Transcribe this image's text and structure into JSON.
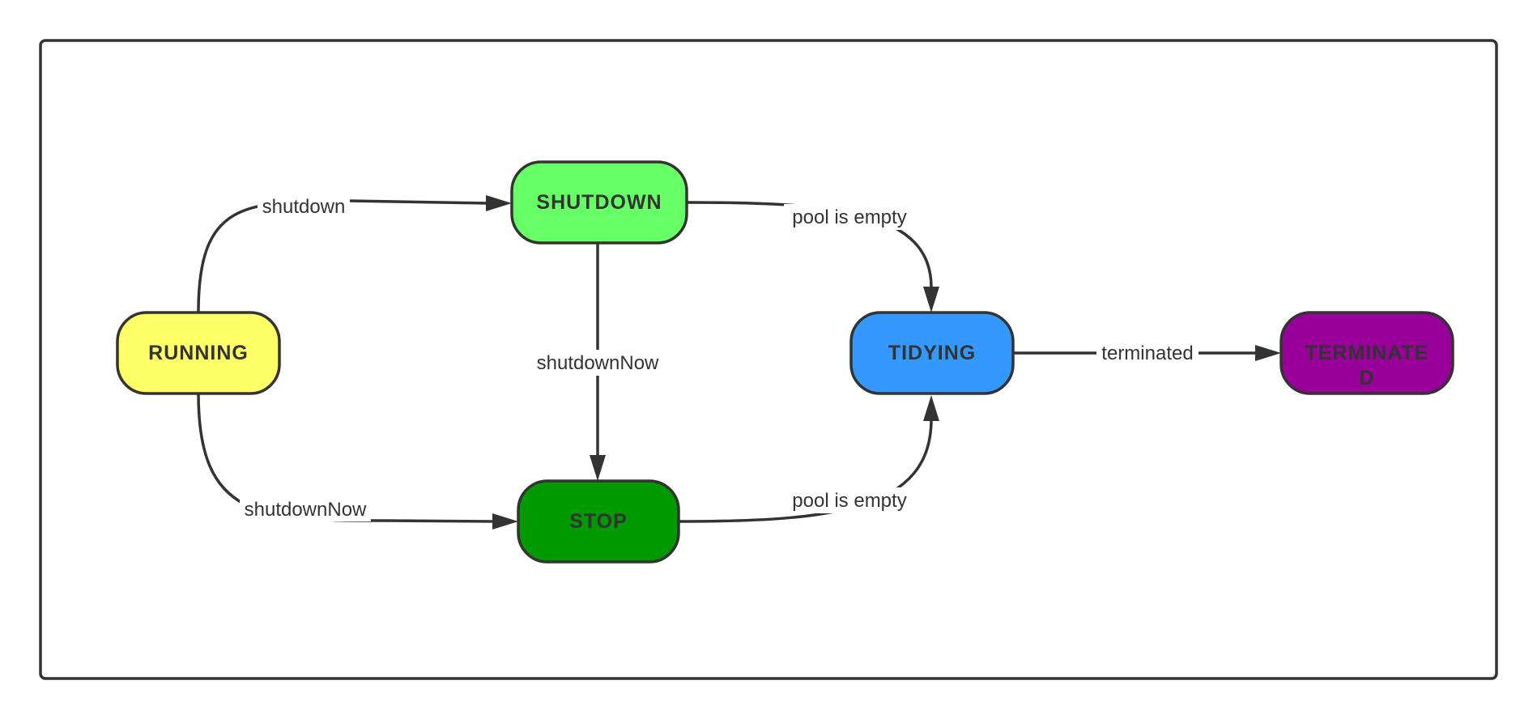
{
  "diagram": {
    "type": "state-diagram",
    "nodes": [
      {
        "id": "running",
        "label": "RUNNING",
        "color": "#FFFF66"
      },
      {
        "id": "shutdown",
        "label": "SHUTDOWN",
        "color": "#66FF66"
      },
      {
        "id": "stop",
        "label": "STOP",
        "color": "#009900"
      },
      {
        "id": "tidying",
        "label": "TIDYING",
        "color": "#3399FF"
      },
      {
        "id": "terminated",
        "label_line1": "TERMINATE",
        "label_line2": "D",
        "color": "#990099"
      }
    ],
    "edges": [
      {
        "id": "e1",
        "from": "running",
        "to": "shutdown",
        "label": "shutdown"
      },
      {
        "id": "e2",
        "from": "running",
        "to": "stop",
        "label": "shutdownNow"
      },
      {
        "id": "e3",
        "from": "shutdown",
        "to": "stop",
        "label": "shutdownNow"
      },
      {
        "id": "e4",
        "from": "shutdown",
        "to": "tidying",
        "label": "pool is empty"
      },
      {
        "id": "e5",
        "from": "stop",
        "to": "tidying",
        "label": "pool is empty"
      },
      {
        "id": "e6",
        "from": "tidying",
        "to": "terminated",
        "label": "terminated"
      }
    ],
    "colors": {
      "stroke": "#333333",
      "frame": "#333333",
      "background": "#FFFFFF"
    }
  }
}
